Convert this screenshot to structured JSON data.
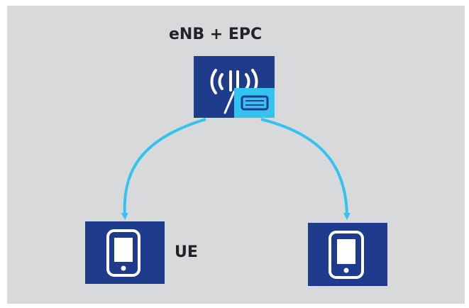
{
  "diagram": {
    "title": "eNB + EPC",
    "ue_label": "UE"
  },
  "nodes": [
    {
      "id": "enb-epc",
      "icon": "antenna-with-server-icon"
    },
    {
      "id": "ue-1",
      "icon": "tablet-icon"
    },
    {
      "id": "ue-2",
      "icon": "tablet-icon"
    }
  ],
  "colors": {
    "background": "#d8d9da",
    "node_fill": "#1f3c8c",
    "link": "#33c3f0",
    "server_badge": "#33c3f0",
    "label_text": "#222326"
  }
}
